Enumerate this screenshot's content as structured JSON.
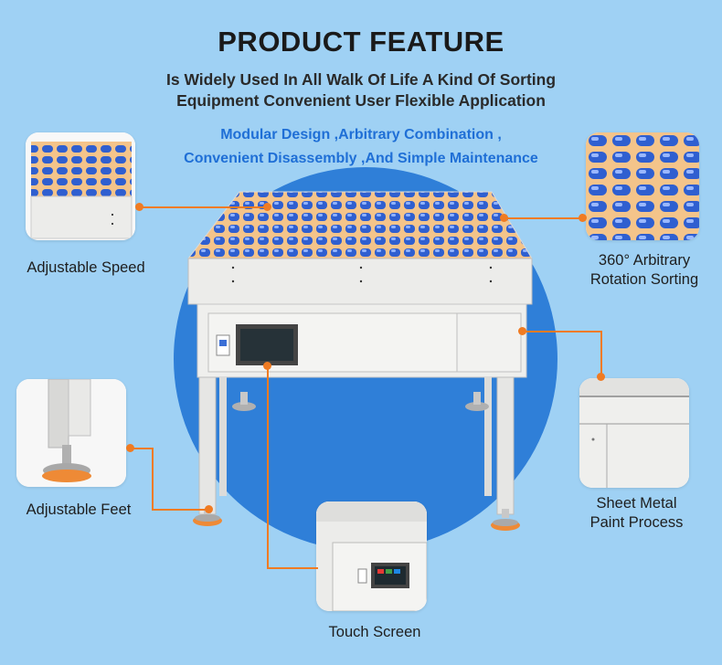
{
  "header": {
    "title": "PRODUCT FEATURE",
    "subtitle_line1": "Is Widely Used In All Walk Of Life A Kind Of Sorting",
    "subtitle_line2": "Equipment Convenient User Flexible Application",
    "highlight_line1": "Modular Design ,Arbitrary Combination ,",
    "highlight_line2": "Convenient Disassembly ,And Simple Maintenance"
  },
  "features": {
    "speed": "Adjustable Speed",
    "rotation_line1": "360° Arbitrary",
    "rotation_line2": "Rotation Sorting",
    "feet": "Adjustable Feet",
    "paint_line1": "Sheet Metal",
    "paint_line2": "Paint Process",
    "screen": "Touch Screen"
  },
  "colors": {
    "background": "#9fd1f4",
    "circle": "#2f7fd8",
    "accent_orange": "#f07b22",
    "highlight_text": "#1f6fd6",
    "roller_blue": "#2f5fd0",
    "roller_orange": "#f2a85a"
  },
  "icons": [
    "machine-illustration",
    "roller-grid-closeup",
    "foot-closeup",
    "sheet-metal-closeup",
    "touch-screen-closeup"
  ]
}
